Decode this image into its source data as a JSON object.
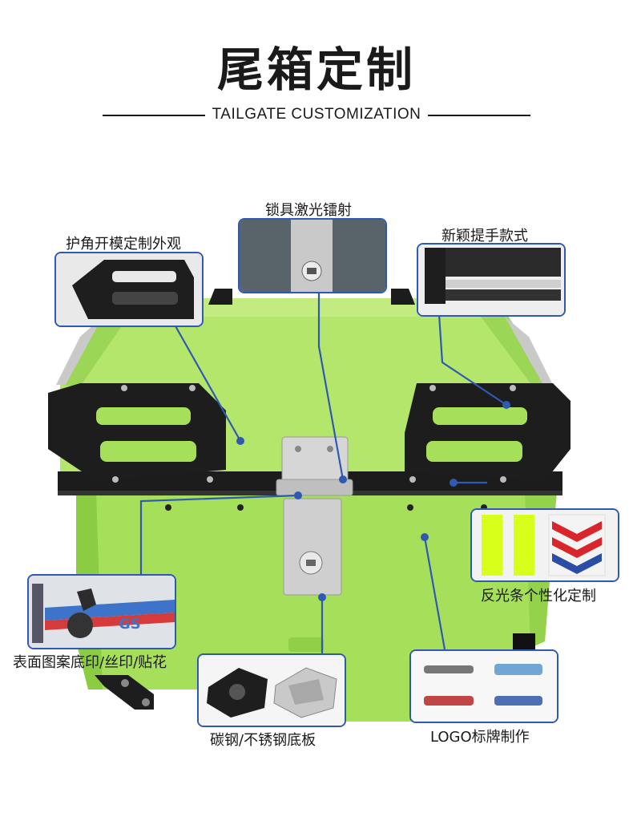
{
  "header": {
    "title": "尾箱定制",
    "subtitle": "TAILGATE CUSTOMIZATION"
  },
  "callouts": {
    "corner_guard": "护角开模定制外观",
    "lock": "锁具激光镭射",
    "handle": "新颖提手款式",
    "reflective": "反光条个性化定制",
    "surface_print": "表面图案底印/丝印/贴花",
    "base_plate": "碳钢/不锈钢底板",
    "logo": "LOGO标牌制作"
  },
  "colors": {
    "box_green": "#a8e05a",
    "accent_blue": "#2f59b3",
    "plastic_black": "#1c1c1c"
  }
}
